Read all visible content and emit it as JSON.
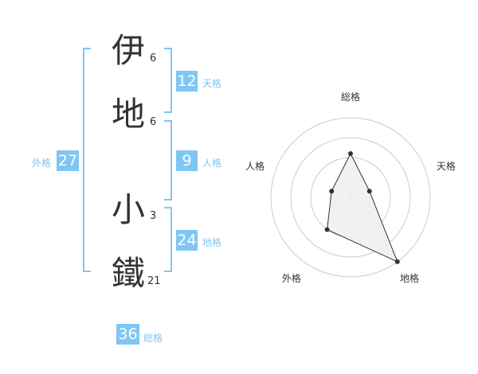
{
  "name": {
    "chars": [
      {
        "char": "伊",
        "strokes": "6"
      },
      {
        "char": "地",
        "strokes": "6"
      },
      {
        "char": "小",
        "strokes": "3"
      },
      {
        "char": "鐵",
        "strokes": "21"
      }
    ]
  },
  "kaku": {
    "tenkaku": {
      "value": "12",
      "label": "天格"
    },
    "jinkaku": {
      "value": "9",
      "label": "人格"
    },
    "chikaku": {
      "value": "24",
      "label": "地格"
    },
    "gaikaku": {
      "value": "27",
      "label": "外格"
    },
    "soukaku": {
      "value": "36",
      "label": "総格"
    }
  },
  "colors": {
    "accent": "#7fc6f2",
    "text": "#333333",
    "grid": "#cccccc",
    "fill": "#eeeeee"
  },
  "chart_data": {
    "type": "radar",
    "axes": [
      "総格",
      "天格",
      "地格",
      "外格",
      "人格"
    ],
    "levels": 4,
    "max": 4,
    "values": [
      2.2,
      1.0,
      4.0,
      2.0,
      1.0
    ]
  }
}
